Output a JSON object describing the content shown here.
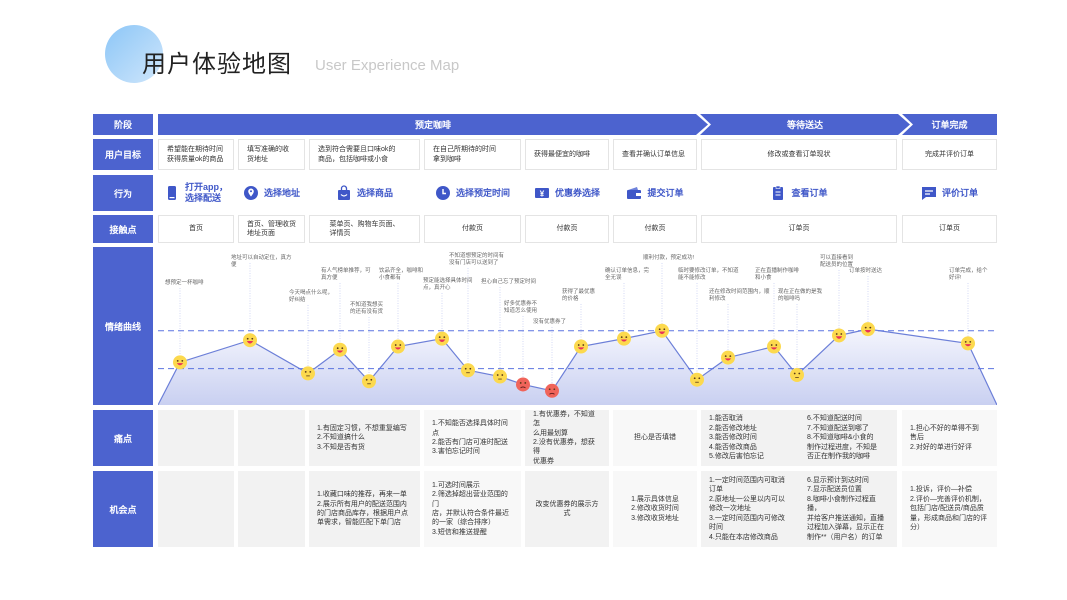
{
  "header": {
    "title": "用户体验地图",
    "subtitle": "User Experience Map"
  },
  "row_labels": {
    "stage": "阶段",
    "goal": "用户目标",
    "behavior": "行为",
    "touchpoint": "接触点",
    "emotion": "情绪曲线",
    "pain": "痛点",
    "opportunity": "机会点"
  },
  "stages": [
    "预定咖啡",
    "等待送达",
    "订单完成"
  ],
  "goals": [
    "希望能在期待时间\n获得质量ok的商品",
    "填写准确的收\n货地址",
    "选到符合需要且口味ok的\n商品，包括咖啡或小食",
    "在自己所期待的时间\n拿到咖啡",
    "获得最便宜的咖啡",
    "查看并确认订单信息",
    "修改或查看订单现状",
    "完成并评价订单"
  ],
  "behaviors": [
    {
      "label": "打开app，\n选择配送",
      "icon": "phone-icon"
    },
    {
      "label": "选择地址",
      "icon": "location-pin-icon"
    },
    {
      "label": "选择商品",
      "icon": "shopping-bag-icon"
    },
    {
      "label": "选择预定时间",
      "icon": "clock-icon"
    },
    {
      "label": "优惠券选择",
      "icon": "coupon-yen-icon"
    },
    {
      "label": "提交订单",
      "icon": "wallet-icon"
    },
    {
      "label": "查看订单",
      "icon": "clipboard-icon"
    },
    {
      "label": "评价订单",
      "icon": "chat-icon"
    }
  ],
  "touchpoints": [
    "首页",
    "首页、管理收货\n地址页面",
    "菜单页、购物车页面、\n详情页",
    "付款页",
    "付款页",
    "付款页",
    "订单页",
    "订单页"
  ],
  "emotion": {
    "points": [
      {
        "note": "想预定一杯咖啡",
        "score": 27,
        "mood": "happy"
      },
      {
        "note": "地址可以自动定位，真方便",
        "score": 41,
        "mood": "laugh"
      },
      {
        "note": "今天喝点什么呢，\n好纠结",
        "score": 20,
        "mood": "neutral"
      },
      {
        "note": "有人气榜单推荐，可\n真方便",
        "score": 35,
        "mood": "happy"
      },
      {
        "note": "不知道我想买\n的还有没有货",
        "score": 15,
        "mood": "neutral"
      },
      {
        "note": "饮品齐全，咖啡和\n小食都有",
        "score": 37,
        "mood": "happy"
      },
      {
        "note": "预定能选择具体时间\n点，真开心",
        "score": 42,
        "mood": "laugh"
      },
      {
        "note": "不知道想预定的时间有\n没有门店可以送到了",
        "score": 22,
        "mood": "neutral"
      },
      {
        "note": "担心自己忘了预定时间",
        "score": 18,
        "mood": "neutral"
      },
      {
        "note": "好多优惠券不\n知道怎么使用",
        "score": 13,
        "mood": "angry"
      },
      {
        "note": "没有优惠券了",
        "score": 9,
        "mood": "angry"
      },
      {
        "note": "获得了最优惠\n的价格",
        "score": 37,
        "mood": "happy"
      },
      {
        "note": "确认订单信息，完\n全无误",
        "score": 42,
        "mood": "happy"
      },
      {
        "note": "顺利付款，预定成功!",
        "score": 47,
        "mood": "laugh"
      },
      {
        "note": "临时要修改订单，不知道\n能不能修改",
        "score": 16,
        "mood": "neutral"
      },
      {
        "note": "还在修改时间范围内，顺\n利修改",
        "score": 30,
        "mood": "happy"
      },
      {
        "note": "正在直播制作咖啡\n和小食",
        "score": 37,
        "mood": "happy"
      },
      {
        "note": "现在正在做的是我\n的咖啡吗",
        "score": 19,
        "mood": "neutral"
      },
      {
        "note": "可以直接看到\n配送员的位置",
        "score": 44,
        "mood": "laugh"
      },
      {
        "note": "订单按时送达",
        "score": 48,
        "mood": "laugh"
      },
      {
        "note": "订单完成，给个\n好评!",
        "score": 39,
        "mood": "happy"
      }
    ],
    "thresholds": [
      47,
      23
    ],
    "colors": {
      "line": "#6c7fd8",
      "face": "#fcd94e",
      "angry": "#f0645a"
    }
  },
  "pain_points": [
    "",
    "",
    "1.有固定习惯，不想重复编写\n2.不知道搞什么\n3.不知是否有货",
    "1.不知能否选择具体时间点\n2.能否有门店可准时配送\n3.害怕忘记时间",
    "1.有优惠券，不知道怎\n么用最划算\n2.没有优惠券，想获得\n优惠券",
    "担心是否填错",
    "1.能否取消\n2.能否修改地址\n3.能否修改时间\n4.能否修改商品\n5.修改后害怕忘记",
    "6.不知道配送时间\n7.不知道配送到哪了\n8.不知道咖啡&小食的\n制作过程进度，不知是\n否正在制作我的咖啡",
    "1.担心不好的单得不到\n售后\n2.对好的单进行好评"
  ],
  "opportunities": [
    "",
    "",
    "1.收藏口味的推荐，再来一单\n2.展示所有用户的配送范围内\n的门店商品库存，根据用户点\n单需求，智能匹配下单门店",
    "1.可选时间展示\n2.筛选掉超出营业范围的门\n店，并默认符合条件最近\n的一家（综合排序）\n3.短信和推送提醒",
    "改变优惠券的展示方式",
    "1.展示具体信息\n2.修改收货时间\n3.修改收货地址",
    "1.一定时间范围内可取消\n订单\n2.原地址一公里以内可以\n修改一次地址\n3.一定时间范围内可修改\n时间\n4.只能在本店修改商品",
    "6.显示预计到达时间\n7.显示配送员位置\n8.咖啡小食制作过程直播，\n并给客户推送通知，直播\n过程加入弹幕，显示正在\n制作**（用户名）的订单",
    "1.投诉，评价—补偿\n2.评价—完善评价机制，\n包括门店/配送员/商品质\n量，形成商品和门店的评\n分）"
  ]
}
